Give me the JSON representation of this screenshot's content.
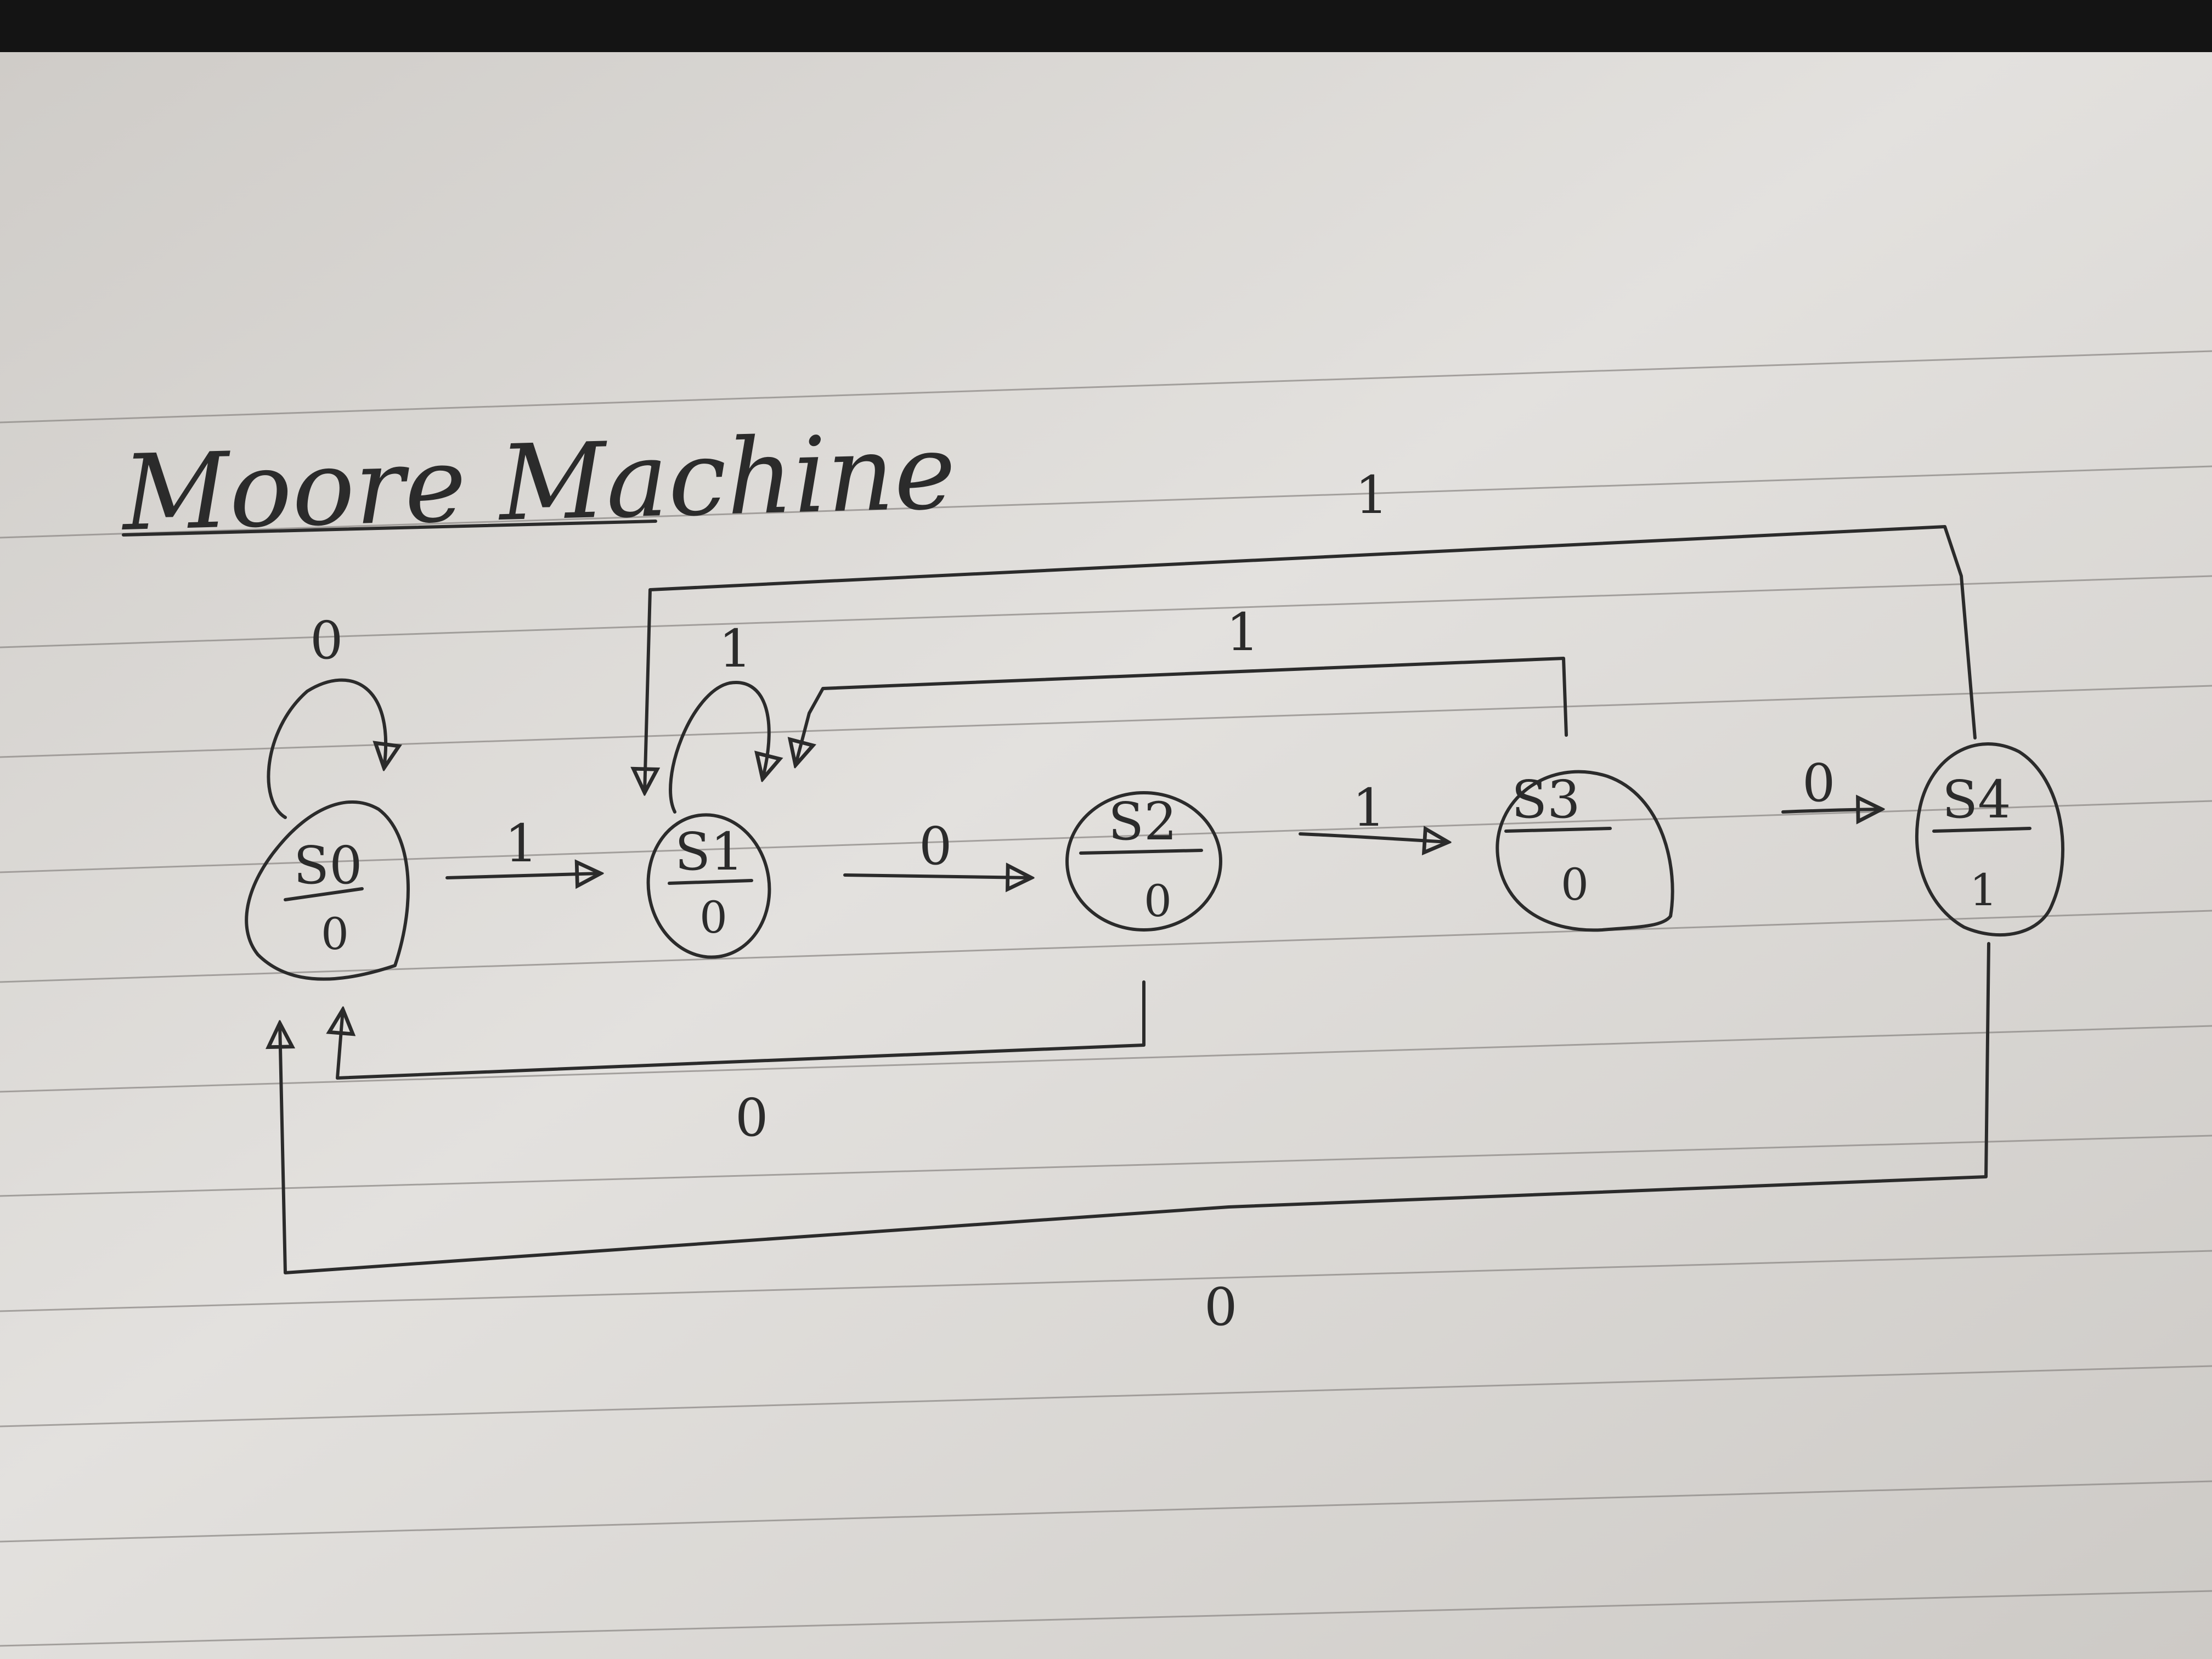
{
  "title": "Moore Machine",
  "states": [
    {
      "name": "S0",
      "output": "0"
    },
    {
      "name": "S1",
      "output": "0"
    },
    {
      "name": "S2",
      "output": "0"
    },
    {
      "name": "S3",
      "output": "0"
    },
    {
      "name": "S4",
      "output": "1"
    }
  ],
  "transitions": [
    {
      "from": "S0",
      "to": "S0",
      "label": "0"
    },
    {
      "from": "S0",
      "to": "S1",
      "label": "1"
    },
    {
      "from": "S1",
      "to": "S1",
      "label": "1"
    },
    {
      "from": "S1",
      "to": "S2",
      "label": "0"
    },
    {
      "from": "S2",
      "to": "S3",
      "label": "1"
    },
    {
      "from": "S3",
      "to": "S4",
      "label": "0"
    },
    {
      "from": "S3",
      "to": "S1",
      "label": "1"
    },
    {
      "from": "S4",
      "to": "S1",
      "label": "1"
    },
    {
      "from": "S2",
      "to": "S0",
      "label": "0"
    },
    {
      "from": "S4",
      "to": "S0",
      "label": "0"
    }
  ]
}
